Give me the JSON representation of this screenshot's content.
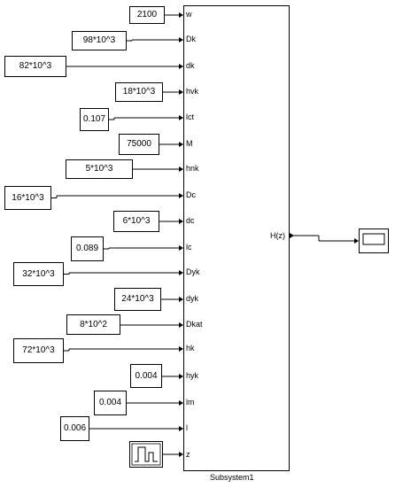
{
  "subsystem": {
    "name": "Subsystem1",
    "output_port": "H(z)"
  },
  "constants": [
    {
      "value": "2100",
      "port": "w"
    },
    {
      "value": "98*10^3",
      "port": "Dk"
    },
    {
      "value": "82*10^3",
      "port": "dk"
    },
    {
      "value": "18*10^3",
      "port": "hvk"
    },
    {
      "value": "0.107",
      "port": "lct"
    },
    {
      "value": "75000",
      "port": "M"
    },
    {
      "value": "5*10^3",
      "port": "hnk"
    },
    {
      "value": "16*10^3",
      "port": "Dc"
    },
    {
      "value": "6*10^3",
      "port": "dc"
    },
    {
      "value": "0.089",
      "port": "lc"
    },
    {
      "value": "32*10^3",
      "port": "Dyk"
    },
    {
      "value": "24*10^3",
      "port": "dyk"
    },
    {
      "value": "8*10^2",
      "port": "Dkat"
    },
    {
      "value": "72*10^3",
      "port": "hk"
    },
    {
      "value": "0.004",
      "port": "hyk"
    },
    {
      "value": "0.004",
      "port": "lm"
    },
    {
      "value": "0.006",
      "port": "l"
    }
  ],
  "pulse_generator": {
    "port": "z",
    "icon": "pulse-generator-icon"
  },
  "scope": {
    "icon": "scope-icon"
  }
}
